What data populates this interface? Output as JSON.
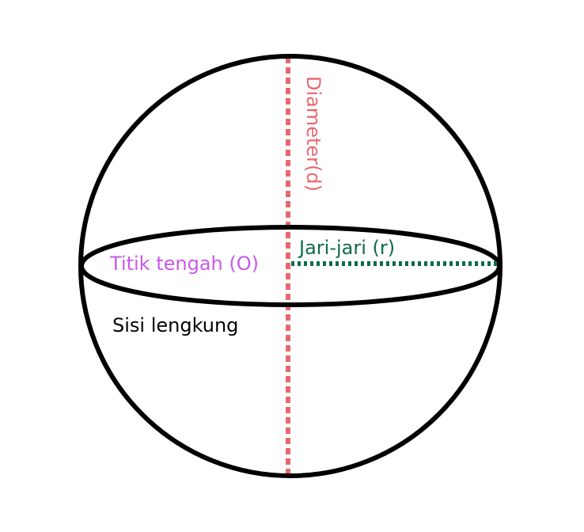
{
  "labels": {
    "diameter": "Diameter(d)",
    "radius": "Jari-jari (r)",
    "center": "Titik tengah (O)",
    "curved_side": "Sisi lengkung"
  },
  "colors": {
    "background": "#ffffff",
    "outline": "#000000",
    "diameter": "#e8676f",
    "radius": "#0e6b4a",
    "center": "#c85ae6",
    "curved_side": "#000000"
  }
}
